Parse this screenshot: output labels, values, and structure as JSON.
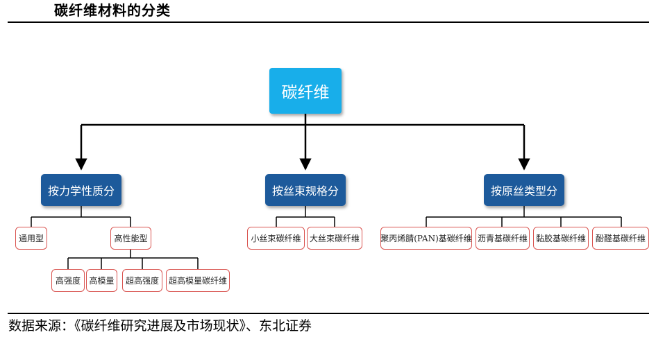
{
  "page": {
    "title": "碳纤维材料的分类",
    "source": "数据来源：《碳纤维研究进展及市场现状》、东北证券"
  },
  "diagram": {
    "root": "碳纤维",
    "categories": [
      {
        "label": "按力学性质分",
        "children": [
          {
            "label": "通用型"
          },
          {
            "label": "高性能型",
            "children": [
              "高强度",
              "高模量",
              "超高强度",
              "超高模量碳纤维"
            ]
          }
        ]
      },
      {
        "label": "按丝束规格分",
        "children": [
          {
            "label": "小丝束碳纤维"
          },
          {
            "label": "大丝束碳纤维"
          }
        ]
      },
      {
        "label": "按原丝类型分",
        "children": [
          {
            "label": "聚丙烯腈(PAN)基碳纤维"
          },
          {
            "label": "沥青基碳纤维"
          },
          {
            "label": "黏胶基碳纤维"
          },
          {
            "label": "酚醛基碳纤维"
          }
        ]
      }
    ]
  }
}
